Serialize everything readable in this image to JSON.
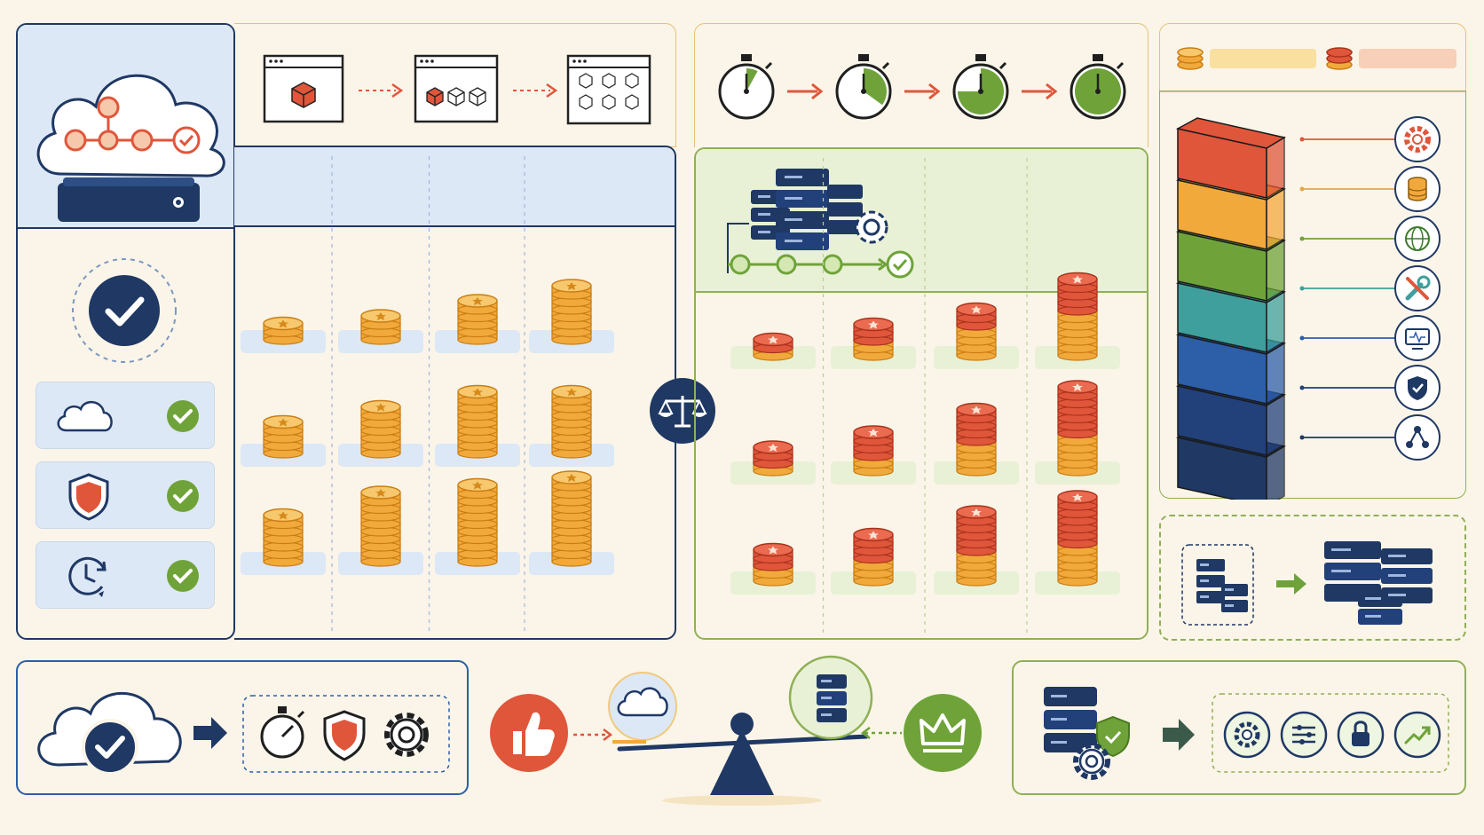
{
  "meta": {
    "title": ""
  },
  "colors": {
    "background": "#faf5e8",
    "navy": "#1f3864",
    "navy_light": "#2d4f86",
    "blue_fill": "#dce8f6",
    "green": "#6fa33a",
    "green_fill": "#e8f1d6",
    "green_border": "#8fb057",
    "gold": "#f2a93b",
    "gold_dark": "#c97d14",
    "red": "#e0563b",
    "teal": "#3f9f9c",
    "orange_line": "#e8a54a"
  },
  "icons": {
    "cloud_network": "cloud-network-icon",
    "server": "server-icon",
    "check": "check-circle-icon",
    "cloud": "cloud-icon",
    "shield": "shield-icon",
    "clock": "clock-refresh-icon",
    "cube": "cube-icon",
    "stopwatch": "stopwatch-icon",
    "gear": "gear-icon",
    "database": "database-icon",
    "globe": "globe-icon",
    "wrench": "wrench-icon",
    "monitor": "monitor-icon",
    "network": "network-icon",
    "scale": "scale-icon",
    "thumbs_up": "thumbs-up-icon",
    "crown": "crown-icon",
    "sliders": "sliders-icon",
    "lock": "lock-icon",
    "trend": "trend-up-icon"
  },
  "coin_grids": {
    "left": {
      "color": "gold",
      "rows": [
        [
          2,
          3,
          5,
          7
        ],
        [
          4,
          6,
          8,
          8
        ],
        [
          6,
          9,
          10,
          11
        ]
      ]
    },
    "right": {
      "color": "mixed",
      "rows": [
        [
          2,
          4,
          6,
          10
        ],
        [
          3,
          5,
          8,
          11
        ],
        [
          4,
          6,
          9,
          11
        ]
      ]
    }
  },
  "stopwatch_progress": [
    0.08,
    0.35,
    0.75,
    1.0
  ],
  "layer_stack_colors": [
    "#e0563b",
    "#f2a93b",
    "#6fa33a",
    "#3f9f9c",
    "#2d5ea8",
    "#22407a",
    "#1f3864"
  ],
  "layer_icons": [
    "gear-icon",
    "database-icon",
    "globe-icon",
    "wrench-icon",
    "monitor-icon",
    "shield-icon",
    "network-icon"
  ]
}
